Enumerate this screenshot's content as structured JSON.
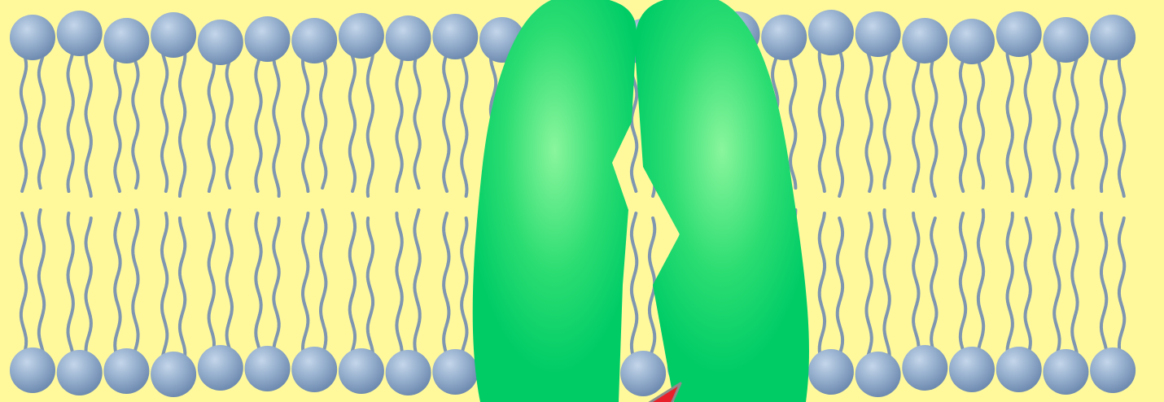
{
  "diagram": {
    "subject": "lipid-bilayer-with-transmembrane-channel-protein",
    "colors": {
      "background": "#FFF99C",
      "lipid_head_light": "#C4D6EA",
      "lipid_head_mid": "#93ADCC",
      "lipid_head_dark": "#6F8BB0",
      "lipid_tail": "#7F96B0",
      "protein_light": "#8AF59C",
      "protein_mid": "#2BDD72",
      "protein_base": "#00CC66",
      "arrow_fill": "#E8202A",
      "arrow_stroke": "#8C8C8C"
    },
    "upper_leaflet_lipids": 24,
    "lower_leaflet_lipids": 24,
    "protein_subunits": 2,
    "gradient_arrow_shown": true
  }
}
